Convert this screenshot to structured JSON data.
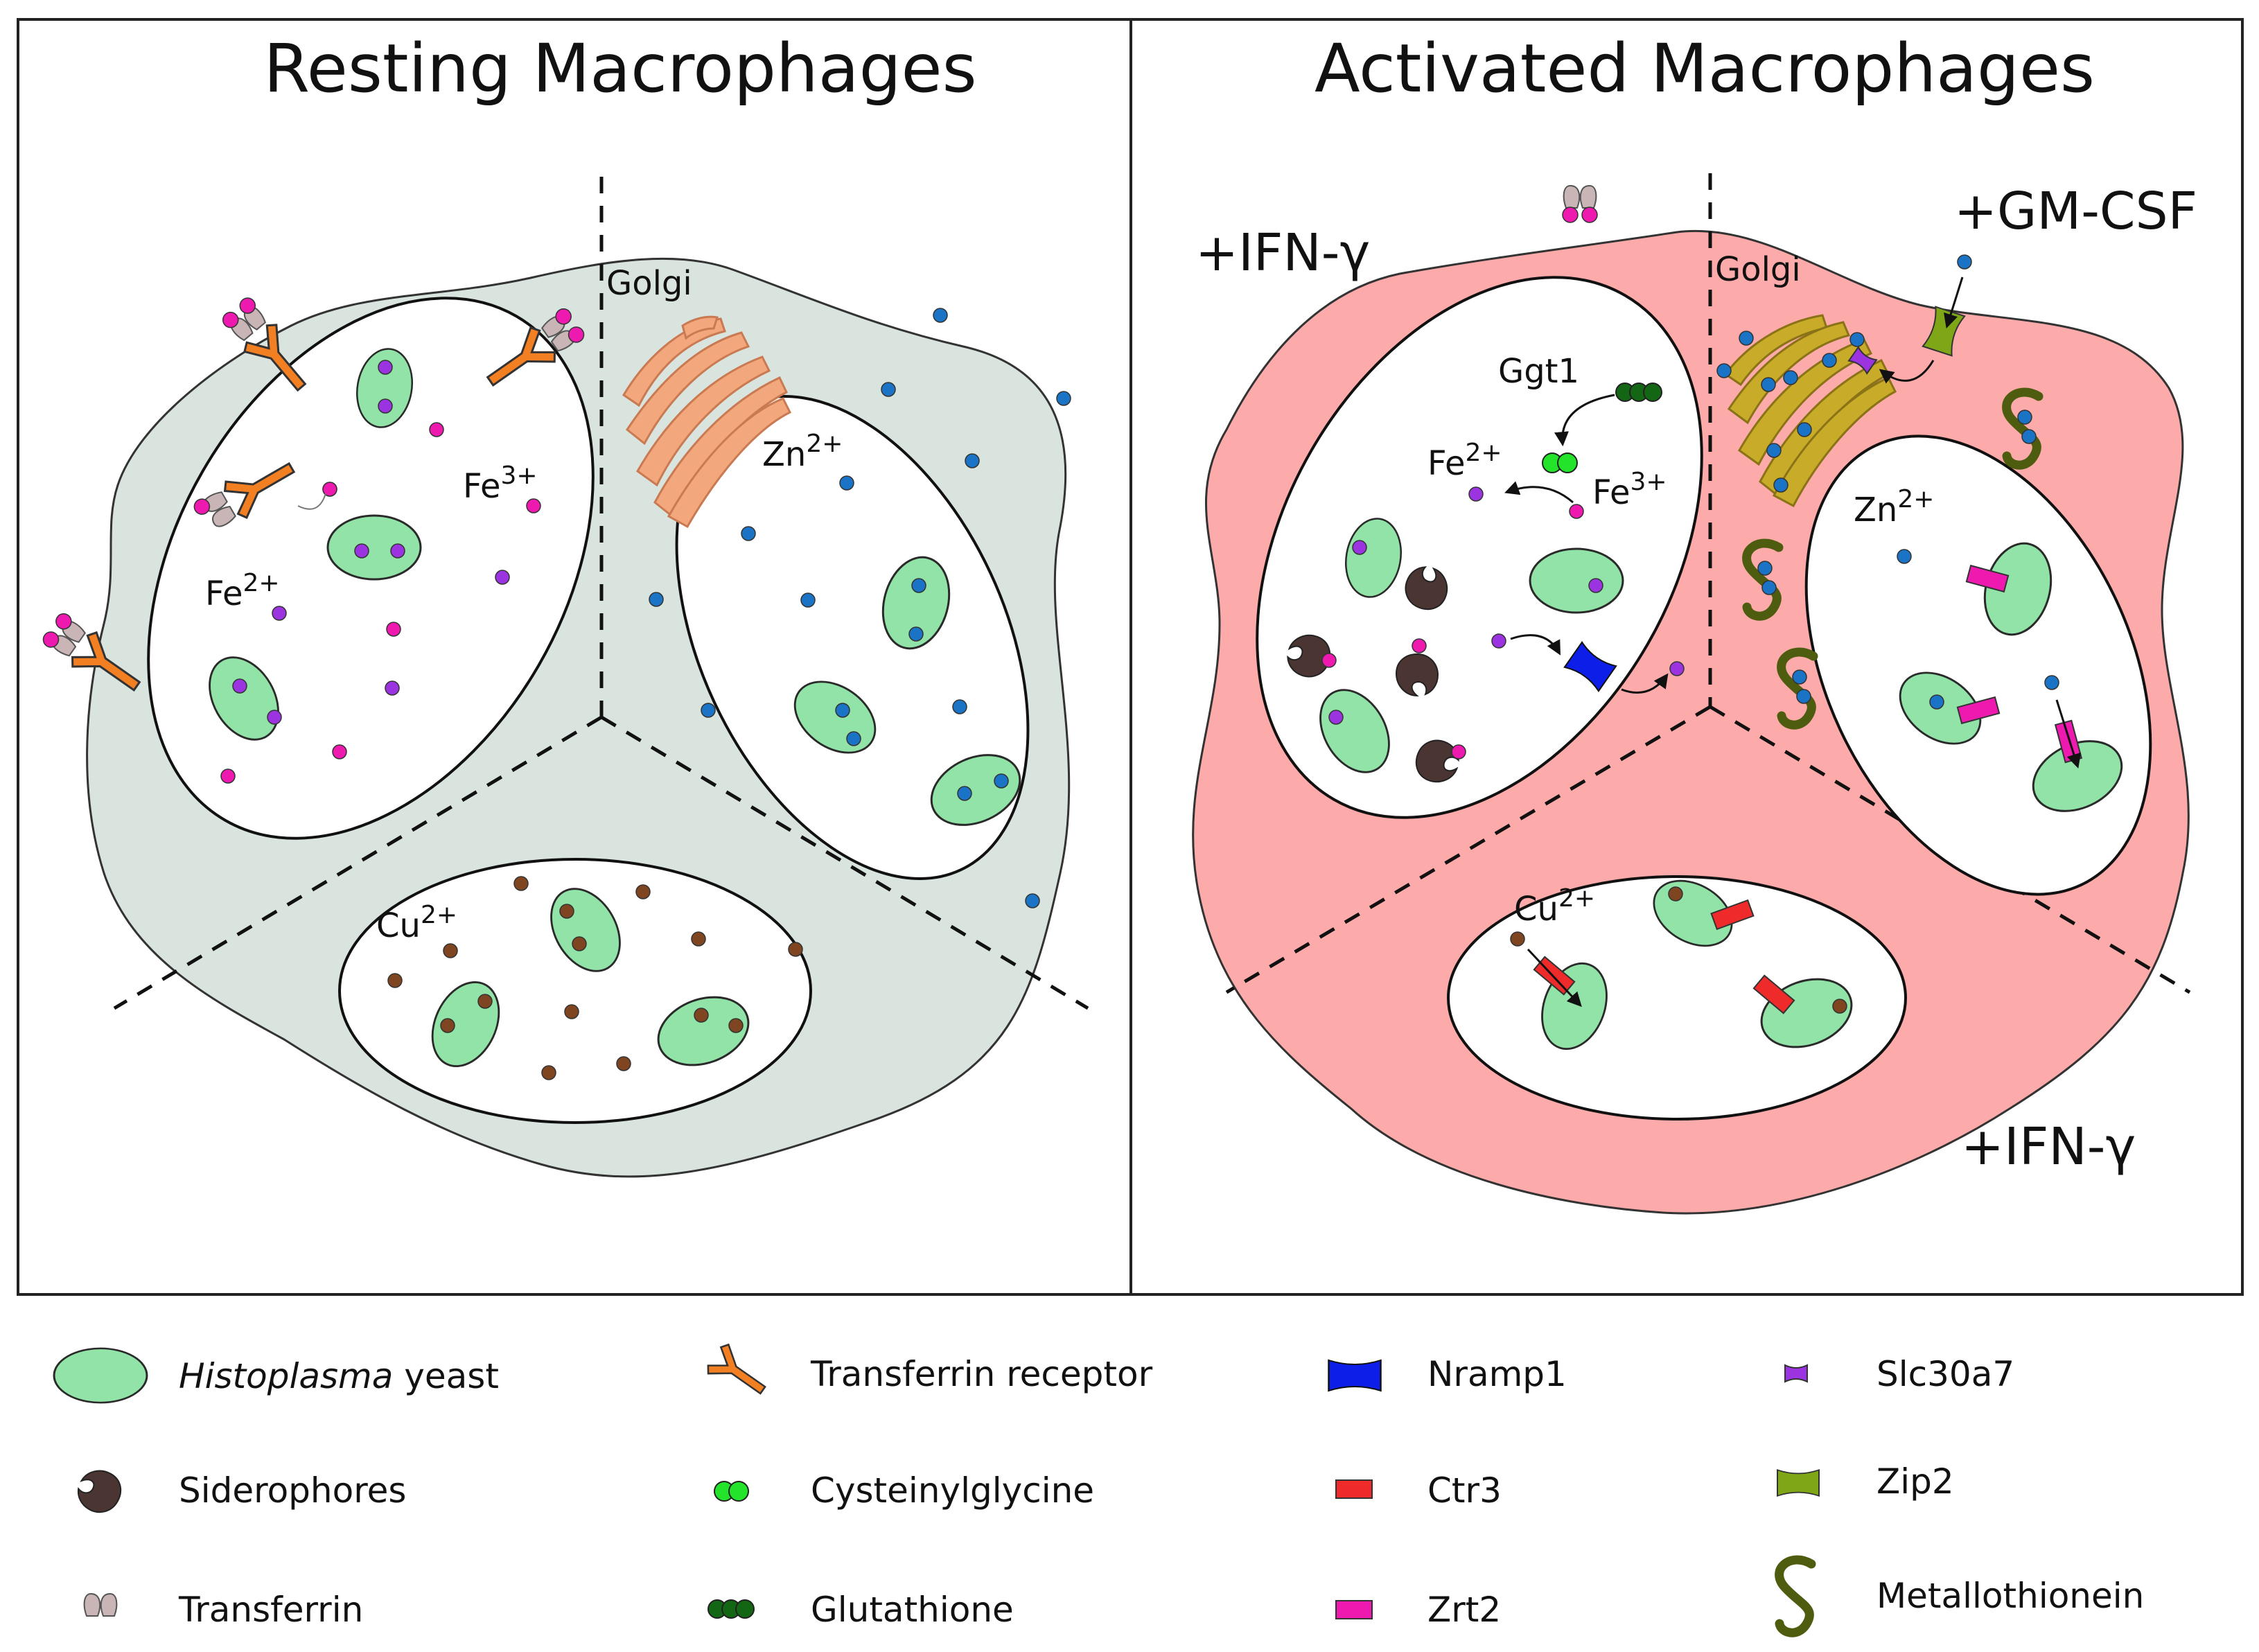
{
  "panels": {
    "resting": {
      "title": "Resting Macrophages",
      "golgi": "Golgi",
      "fe2": "Fe",
      "fe2_sup": "2+",
      "fe3": "Fe",
      "fe3_sup": "3+",
      "zn": "Zn",
      "zn_sup": "2+",
      "cu": "Cu",
      "cu_sup": "2+"
    },
    "activated": {
      "title": "Activated Macrophages",
      "golgi": "Golgi",
      "ggt1": "Ggt1",
      "fe2": "Fe",
      "fe2_sup": "2+",
      "fe3": "Fe",
      "fe3_sup": "3+",
      "zn": "Zn",
      "zn_sup": "2+",
      "cu": "Cu",
      "cu_sup": "2+",
      "ifn_top": "+IFN-γ",
      "gmcsf": "+GM-CSF",
      "ifn_bottom": "+IFN-γ"
    }
  },
  "legend": [
    {
      "id": "histoplasma",
      "italic": "Histoplasma",
      "text": " yeast"
    },
    {
      "id": "siderophores",
      "text": "Siderophores"
    },
    {
      "id": "transferrin",
      "text": "Transferrin"
    },
    {
      "id": "transferrin-receptor",
      "text": "Transferrin receptor"
    },
    {
      "id": "cysteinylglycine",
      "text": "Cysteinylglycine"
    },
    {
      "id": "glutathione",
      "text": "Glutathione"
    },
    {
      "id": "nramp1",
      "text": "Nramp1"
    },
    {
      "id": "ctr3",
      "text": "Ctr3"
    },
    {
      "id": "zrt2",
      "text": "Zrt2"
    },
    {
      "id": "slc30a7",
      "text": "Slc30a7"
    },
    {
      "id": "zip2",
      "text": "Zip2"
    },
    {
      "id": "metallothionein",
      "text": "Metallothionein"
    }
  ],
  "colors": {
    "resting_cell": "#dae4de",
    "activated_cell": "#fcaaaa",
    "yeast": "#91e3a8",
    "fe2": "#9b34e0",
    "fe3": "#ee1ab0",
    "zinc": "#1a73c5",
    "copper": "#7e4520",
    "siderophore": "#4a3533",
    "transferrin": "#c9b5b5",
    "transferrin_receptor": "#f37f23",
    "cysteinylglycine": "#23e42b",
    "glutathione": "#126614",
    "nramp1": "#0d1ee8",
    "ctr3": "#ee2a2a",
    "zrt2": "#ee1ab0",
    "slc30a7": "#9b34e0",
    "zip2": "#7ea617",
    "metallothionein": "#4e5c10",
    "golgi_resting": "#f2a77c",
    "golgi_activated": "#c8ab28"
  }
}
